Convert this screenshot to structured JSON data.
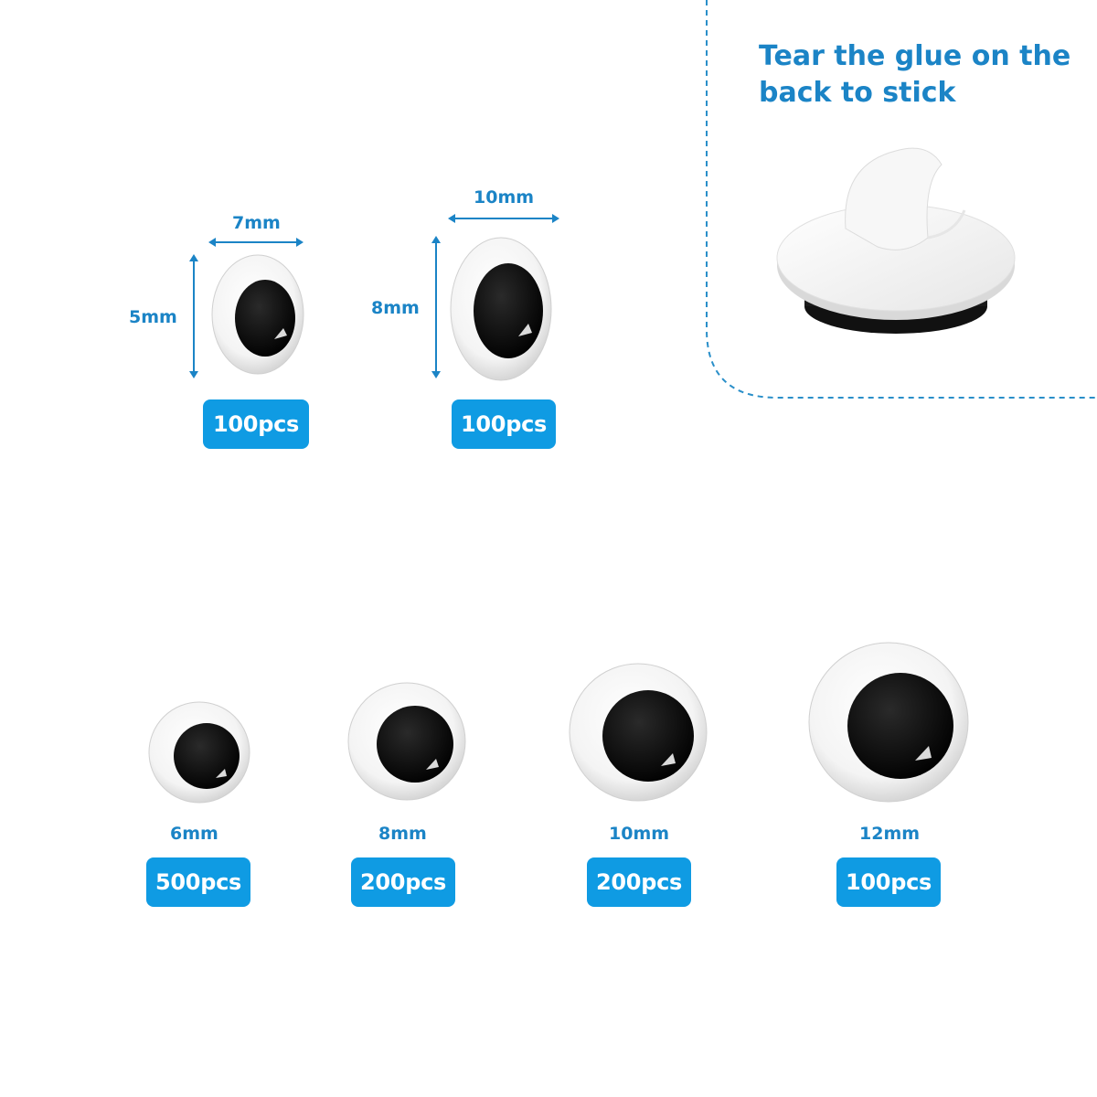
{
  "colors": {
    "accent": "#0f9be3",
    "label_text": "#1b84c6",
    "dashed_border": "#2a8fc9"
  },
  "adhesive_panel": {
    "headline": "Tear the glue on the back to stick",
    "icon": "adhesive-backing-icon"
  },
  "oval_eyes": [
    {
      "width_label": "7mm",
      "height_label": "5mm",
      "quantity": "100pcs"
    },
    {
      "width_label": "10mm",
      "height_label": "8mm",
      "quantity": "100pcs"
    }
  ],
  "round_eyes": [
    {
      "size_label": "6mm",
      "quantity": "500pcs"
    },
    {
      "size_label": "8mm",
      "quantity": "200pcs"
    },
    {
      "size_label": "10mm",
      "quantity": "200pcs"
    },
    {
      "size_label": "12mm",
      "quantity": "100pcs"
    }
  ]
}
